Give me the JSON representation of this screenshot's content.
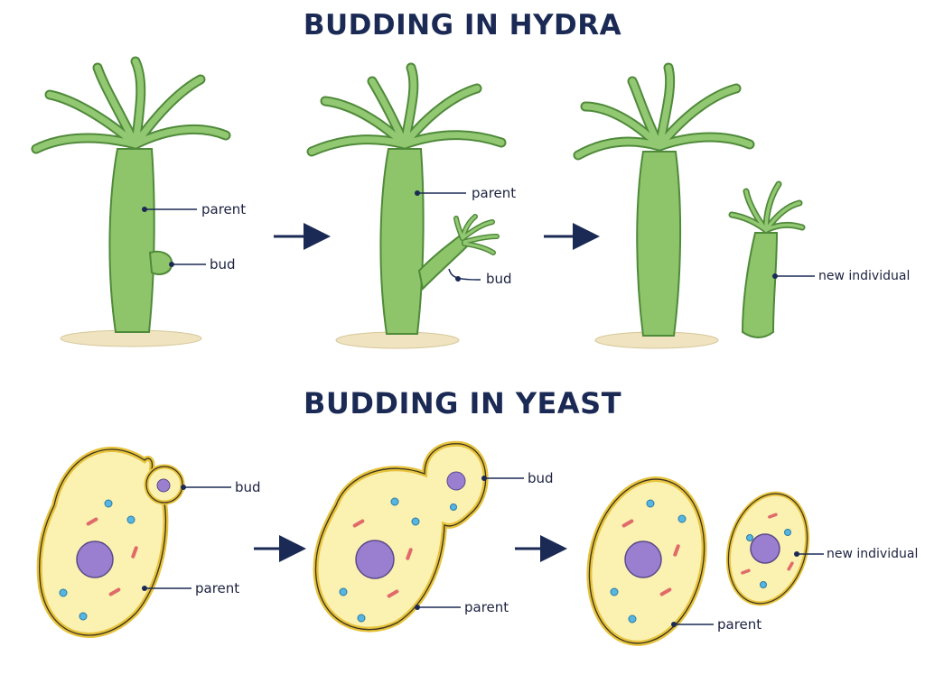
{
  "titles": {
    "hydra": "BUDDING IN HYDRA",
    "yeast": "BUDDING IN YEAST"
  },
  "hydra": {
    "stage1": {
      "parent": "parent",
      "bud": "bud"
    },
    "stage2": {
      "parent": "parent",
      "bud": "bud"
    },
    "stage3": {
      "new_individual": "new individual"
    }
  },
  "yeast": {
    "stage1": {
      "bud": "bud",
      "parent": "parent"
    },
    "stage2": {
      "bud": "bud",
      "parent": "parent"
    },
    "stage3": {
      "parent": "parent",
      "new_individual": "new individual"
    }
  },
  "colors": {
    "title": "#1b2a55",
    "arrow": "#1b2a55",
    "hydra_body": "#8ec46a",
    "hydra_outline": "#4f8a3a",
    "yeast_membrane": "#e6c23c",
    "yeast_cytoplasm": "#fbf1b0",
    "nucleus": "#9a7fd0"
  }
}
